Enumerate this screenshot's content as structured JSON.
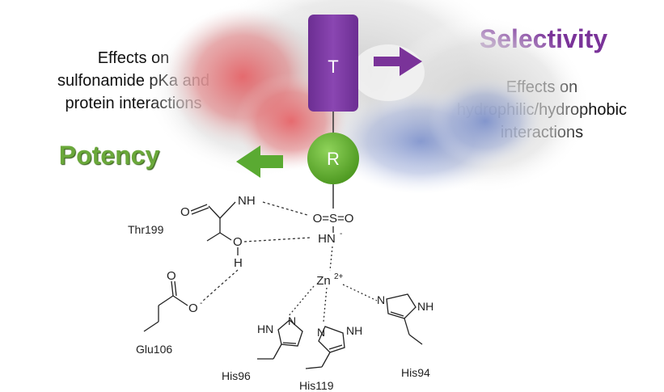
{
  "diagram": {
    "tail_label": "T",
    "ring_label": "R",
    "selectivity_title": "Selectivity",
    "selectivity_effect_line1": "Effects on",
    "selectivity_effect_line2": "hydrophilic/hydrophobic",
    "selectivity_effect_line3": "interactions",
    "potency_title": "Potency",
    "potency_effect_line1": "Effects on",
    "potency_effect_line2": "sulfonamide pKa and",
    "potency_effect_line3": "protein interactions",
    "colors": {
      "tail": "#7b3aa0",
      "ring": "#6ab23a",
      "selectivity": "#7a3399",
      "potency": "#6aa83a"
    }
  },
  "chemistry": {
    "sulfonyl": "O=S=O",
    "nh_anion": "HN",
    "minus": "-",
    "zinc": "Zn",
    "zinc_charge": "2+",
    "nh": "NH",
    "oxygen": "O",
    "hydrogen": "H",
    "hn": "HN",
    "n": "N",
    "residues": {
      "thr": "Thr199",
      "glu": "Glu106",
      "his96": "His96",
      "his119": "His119",
      "his94": "His94"
    }
  }
}
